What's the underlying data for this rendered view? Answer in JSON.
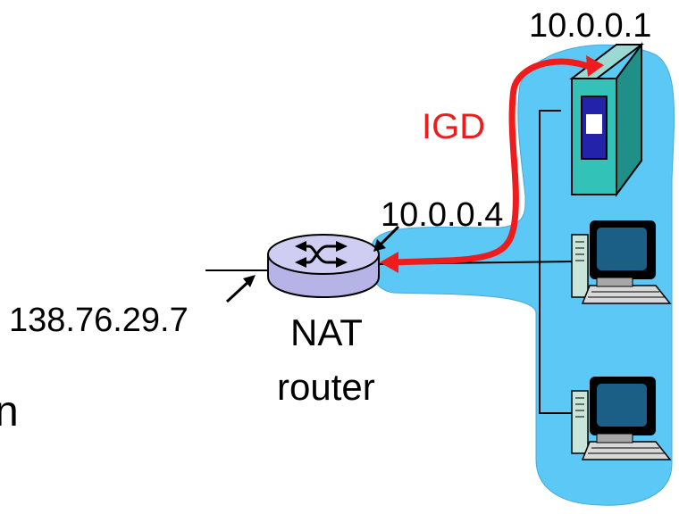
{
  "labels": {
    "server_ip": "10.0.0.1",
    "igd": "IGD",
    "router_inside_ip": "10.0.0.4",
    "router_outside_ip": "138.76.29.7",
    "router_name_line1": "NAT",
    "router_name_line2": "router",
    "cut_off_letter": "n"
  },
  "colors": {
    "lan_fill": "#5bc8f5",
    "igd_arrow": "#ee1c1c",
    "server_body": "#33c2b8",
    "router_body": "#c9c8f0"
  },
  "icons": {
    "router": "router-icon",
    "server": "server-tower-icon",
    "host_1": "desktop-computer-icon",
    "host_2": "desktop-computer-icon"
  }
}
